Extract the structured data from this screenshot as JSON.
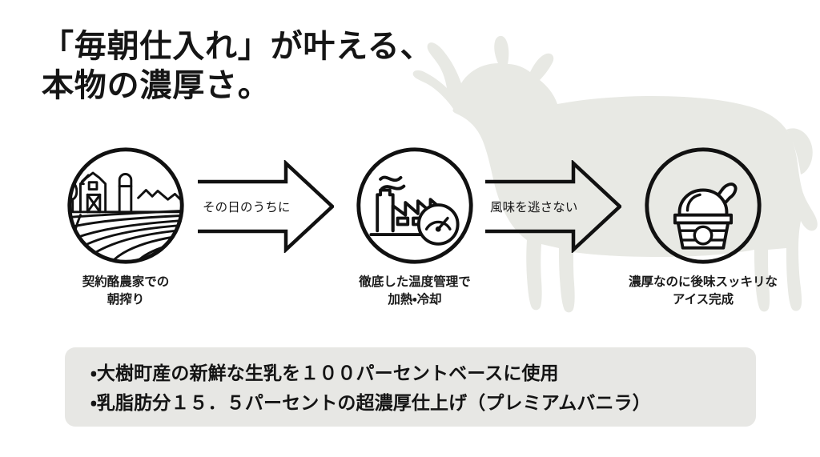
{
  "headline": {
    "line1": "「毎朝仕入れ」が叶える、",
    "line2": "本物の濃厚さ。"
  },
  "background": {
    "cow_silhouette_label": "cow-silhouette",
    "cow_color": "#e8e9e4",
    "page_color": "#ffffff"
  },
  "flow": {
    "steps": [
      {
        "icon": "farm-barn-icon",
        "caption_line1": "契約酪農家での",
        "caption_line2": "朝搾り"
      },
      {
        "icon": "factory-gauge-icon",
        "caption_line1": "徹底した温度管理で",
        "caption_line2": "加熱・冷却"
      },
      {
        "icon": "ice-cream-cup-icon",
        "caption_line1": "濃厚なのに後味スッキリな",
        "caption_line2": "アイス完成"
      }
    ],
    "arrows": [
      {
        "label": "その日のうちに"
      },
      {
        "label": "風味を逃さない"
      }
    ]
  },
  "bullet_box": {
    "background_color": "#e7e7e4",
    "items": [
      "・大樹町産の新鮮な生乳を１００パーセントベースに使用",
      "・乳脂肪分１５．５パーセントの超濃厚仕上げ（プレミアムバニラ）"
    ]
  }
}
